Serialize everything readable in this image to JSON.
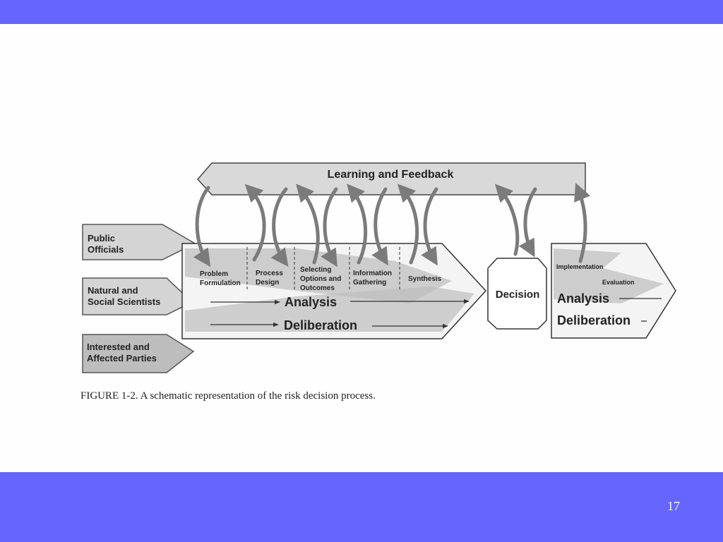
{
  "slide": {
    "page_number": "17"
  },
  "figure": {
    "learning_feedback": "Learning and Feedback",
    "participants": [
      [
        "Public",
        "Officials"
      ],
      [
        "Natural and",
        "Social Scientists"
      ],
      [
        "Interested and",
        "Affected Parties"
      ]
    ],
    "stages": [
      [
        "Problem",
        "Formulation"
      ],
      [
        "Process",
        "Design"
      ],
      [
        "Selecting",
        "Options and",
        "Outcomes"
      ],
      [
        "Information",
        "Gathering"
      ],
      [
        "Synthesis"
      ]
    ],
    "analysis": "Analysis",
    "deliberation": "Deliberation",
    "decision": "Decision",
    "implementation": "Implementation",
    "evaluation": "Evaluation",
    "caption": "FIGURE 1-2.  A schematic representation of the risk decision process."
  },
  "colors": {
    "band": "#6666ff",
    "shape_fill": "#d9d9d9",
    "shape_dark": "#bdbdbd",
    "arrow": "#7b7b7b",
    "outline": "#333333"
  }
}
